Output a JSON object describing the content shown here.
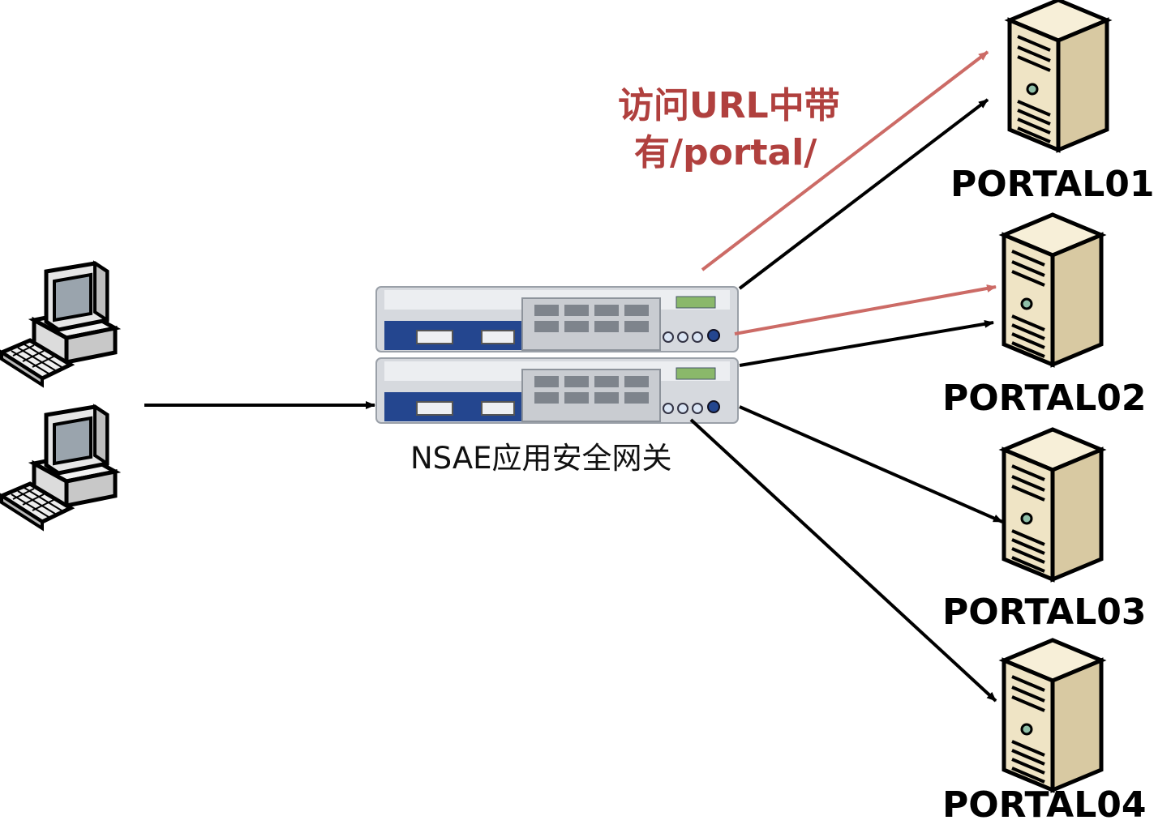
{
  "gateway": {
    "label": "NSAE应用安全网关"
  },
  "rule": {
    "line1": "访问URL中带",
    "line2": "有/portal/"
  },
  "servers": [
    {
      "label": "PORTAL01"
    },
    {
      "label": "PORTAL02"
    },
    {
      "label": "PORTAL03"
    },
    {
      "label": "PORTAL04"
    }
  ],
  "colors": {
    "black_arrow": "#000000",
    "red_arrow": "#cc6b66",
    "rule_text": "#b0403e",
    "server_body": "#efe4c5",
    "server_shade": "#d8c9a2",
    "gateway_blue": "#24468f",
    "gateway_silver": "#d6d9de"
  },
  "icons": {
    "client": "desktop-computer-icon",
    "server": "tower-server-icon",
    "gateway": "rack-gateway-appliance"
  }
}
